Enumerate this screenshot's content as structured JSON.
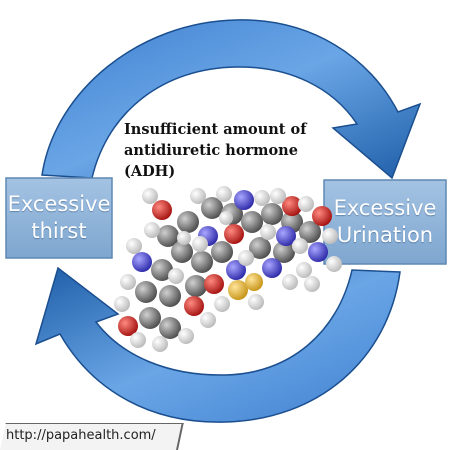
{
  "diagram": {
    "center_title_lines": [
      "Insufficient amount of",
      "antidiuretic hormone",
      "(ADH)"
    ],
    "left_box": {
      "label_line1": "Excessive",
      "label_line2": "thirst"
    },
    "right_box": {
      "label_line1": "Excessive",
      "label_line2": "Urination"
    },
    "source_url": "http://papahealth.com/"
  },
  "colors": {
    "arrow_dark": "#1c5aa5",
    "arrow_light": "#5c9be0",
    "box_fill": "#8cb1d6",
    "box_border": "#5f88b4",
    "label_text": "#ffffff",
    "title_text": "#111111"
  },
  "image": {
    "molecule": "ball-and-stick model of antidiuretic hormone (vasopressin)"
  }
}
